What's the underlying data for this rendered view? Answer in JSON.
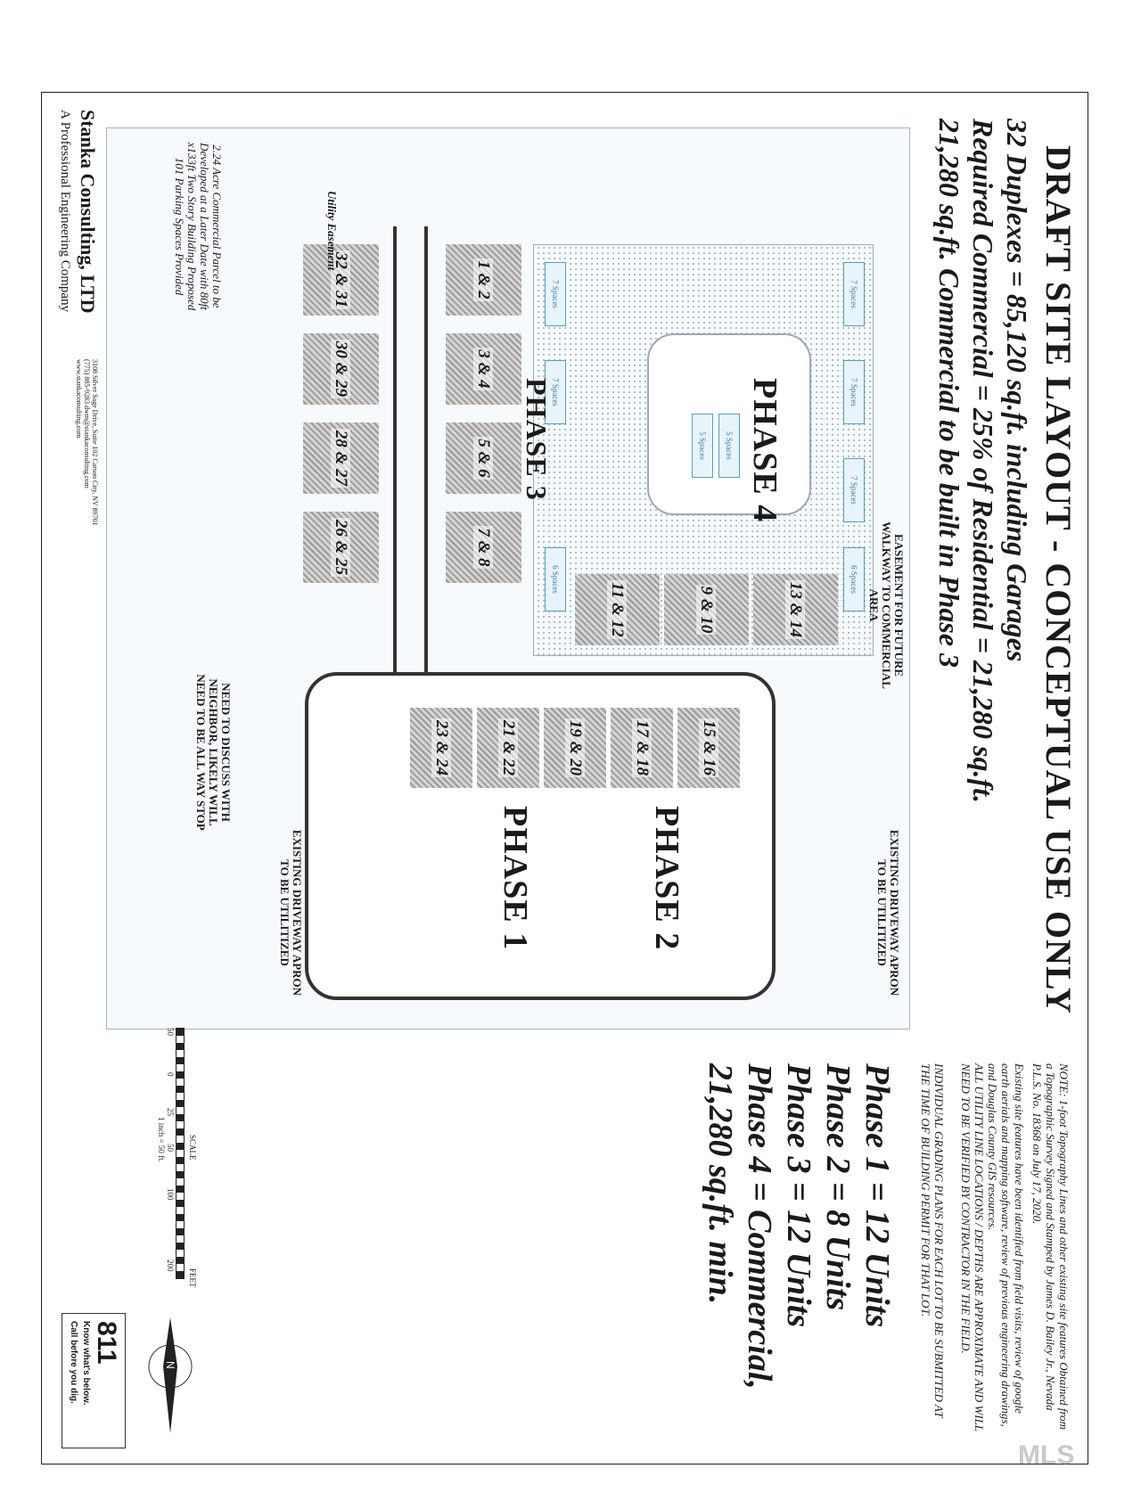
{
  "title": "DRAFT SITE LAYOUT - CONCEPTUAL USE ONLY",
  "headlines": [
    "32 Duplexes = 85,120 sq.ft. including Garages",
    "Required Commercial = 25% of Residential = 21,280 sq.ft.",
    "21,280 sq.ft. Commercial to be built in Phase 3"
  ],
  "notes": [
    "NOTE: 1-foot Topography Lines and other existing site features Obtained from a Topographic Survey Signed and Stamped by James D. Bailey Jr., Nevada P.L.S. No. 18368 on July 17, 2020.",
    "Existing site features have been identified from field visits, review of google earth aerials and mapping software, review of previous engineering drawings, and Douglas County GIS resources.",
    "ALL UTILITY LINE LOCATIONS / DEPTHS ARE APPROXIMATE AND WILL NEED TO BE VERIFIED BY CONTRACTOR IN THE FIELD.",
    "INDIVIDUAL GRADING PLANS FOR EACH LOT TO BE SUBMITTED AT THE TIME OF BUILDING PERMIT FOR THAT LOT."
  ],
  "phase_summary": [
    "Phase 1 = 12 Units",
    "Phase 2 = 8 Units",
    "Phase 3 = 12 Units",
    "Phase 4 = Commercial,",
    "21,280 sq.ft. min."
  ],
  "phase_labels": {
    "p1": "PHASE 1",
    "p2": "PHASE 2",
    "p3": "PHASE 3",
    "p4": "PHASE 4"
  },
  "lots": {
    "l1": "1 & 2",
    "l2": "3 & 4",
    "l3": "5 & 6",
    "l4": "7 & 8",
    "l5": "9 & 10",
    "l6": "11 & 12",
    "l7": "13 & 14",
    "l8": "15 & 16",
    "l9": "17 & 18",
    "l10": "19 & 20",
    "l11": "21 & 22",
    "l12": "23 & 24",
    "l13": "32 & 31",
    "l14": "30 & 29",
    "l15": "28 & 27",
    "l16": "26 & 25"
  },
  "callouts": {
    "commercial": "2.24 Acre Commercial Parcel to be Developed at a Later Date with 80ft x133ft Two Story Building Proposed 101 Parking Spaces Provided",
    "utility_easement": "Utility Easement",
    "walkway": "EASEMENT FOR FUTURE WALKWAY TO COMMERCIAL AREA",
    "driveway_right": "EXISTING DRIVEWAY APRON TO BE UTILITIZED",
    "driveway_left": "EXISTING DRIVEWAY APRON TO BE UTILITIZED",
    "neighbor": "NEED TO DISCUSS WITH NEIGHBOR, LIKELY WILL NEED TO BE ALL WAY STOP"
  },
  "spaces": [
    "7 Spaces",
    "7 Spaces",
    "7 Spaces",
    "7 Spaces",
    "7 Spaces",
    "6 Spaces",
    "6 Spaces",
    "5 Spaces",
    "5 Spaces"
  ],
  "company": {
    "name": "Stanka Consulting, LTD",
    "tagline": "A Professional Engineering Company",
    "address": "3108 Silver Sage Drive, Suite 102 Carson City, NV 89701 (775) 885-9283 dwm@stankaconsulting.com www.stankaconsulting.com"
  },
  "scale": {
    "label": "SCALE",
    "ticks": [
      "50",
      "0",
      "25",
      "50",
      "100",
      "200"
    ],
    "unit": "FEET",
    "ratio": "1 inch = 50 ft."
  },
  "badge": {
    "number": "811",
    "line1": "Know what's below.",
    "line2": "Call before you dig."
  },
  "watermark": "MLS"
}
